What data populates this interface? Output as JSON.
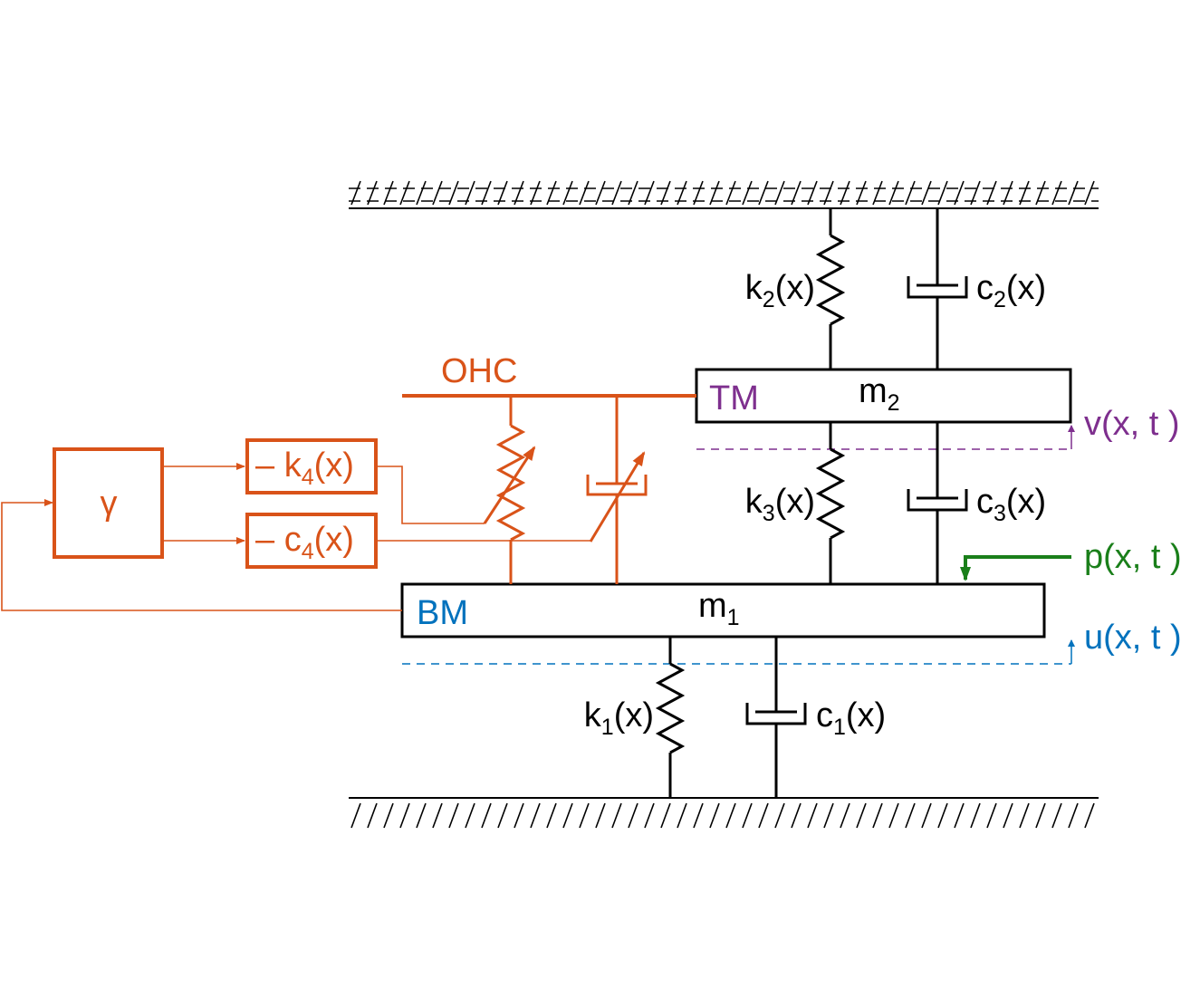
{
  "colors": {
    "black": "#000000",
    "orange": "#d95319",
    "purple": "#7e2f8e",
    "blue": "#0072bd",
    "green": "#1a7f1a"
  },
  "ohc_label": "OHC",
  "tm": {
    "label": "TM",
    "mass_base": "m",
    "mass_sub": "2"
  },
  "bm": {
    "label": "BM",
    "mass_base": "m",
    "mass_sub": "1"
  },
  "gamma_label": "γ",
  "feedback": {
    "k4": {
      "prefix": "– k",
      "sub": "4",
      "suffix": "(x)"
    },
    "c4": {
      "prefix": "– c",
      "sub": "4",
      "suffix": "(x)"
    }
  },
  "springs": {
    "k1": {
      "base": "k",
      "sub": "1",
      "arg": "(x)"
    },
    "k2": {
      "base": "k",
      "sub": "2",
      "arg": "(x)"
    },
    "k3": {
      "base": "k",
      "sub": "3",
      "arg": "(x)"
    }
  },
  "dampers": {
    "c1": {
      "base": "c",
      "sub": "1",
      "arg": "(x)"
    },
    "c2": {
      "base": "c",
      "sub": "2",
      "arg": "(x)"
    },
    "c3": {
      "base": "c",
      "sub": "3",
      "arg": "(x)"
    }
  },
  "signals": {
    "v": "v(x, t )",
    "p": "p(x, t )",
    "u": "u(x, t )"
  }
}
